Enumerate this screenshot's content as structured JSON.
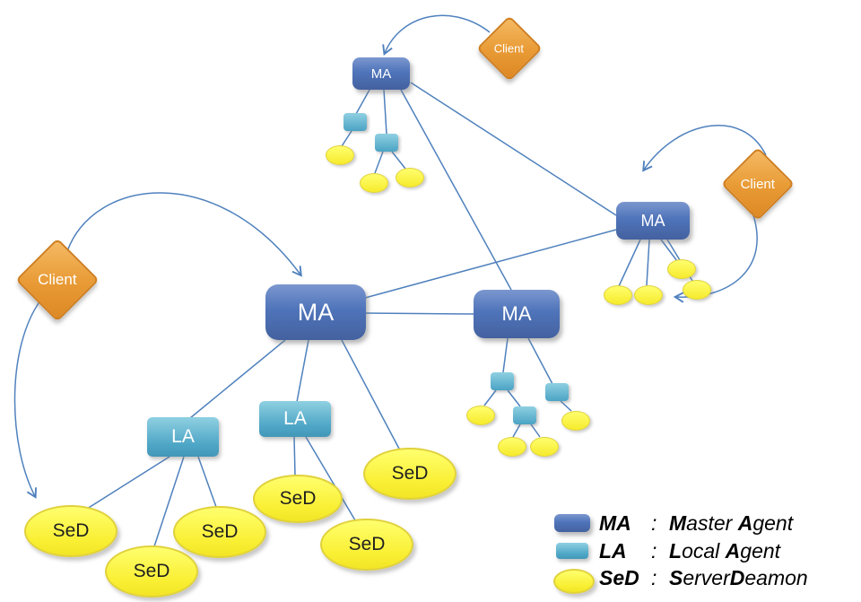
{
  "nodes": {
    "ma_top": "MA",
    "ma_center": "MA",
    "ma_mid": "MA",
    "ma_right": "MA",
    "la_left": "LA",
    "la_mid": "LA",
    "client_top": "Client",
    "client_left": "Client",
    "client_right": "Client",
    "sed": [
      "SeD",
      "SeD",
      "SeD",
      "SeD",
      "SeD",
      "SeD"
    ]
  },
  "legend": {
    "items": [
      {
        "abbr": "MA",
        "colon": ":",
        "b1": "M",
        "r1": "aster ",
        "b2": "A",
        "r2": "gent"
      },
      {
        "abbr": "LA",
        "colon": ":",
        "b1": "L",
        "r1": "ocal ",
        "b2": "A",
        "r2": "gent"
      },
      {
        "abbr": "SeD",
        "colon": ":",
        "b1": "S",
        "r1": "erver",
        "b2": "D",
        "r2": "eamon"
      }
    ]
  },
  "colors": {
    "ma": "#4f74ba",
    "la": "#4ea6c6",
    "sed": "#f9ef33",
    "client": "#e89a34",
    "line": "#4f81bd"
  }
}
